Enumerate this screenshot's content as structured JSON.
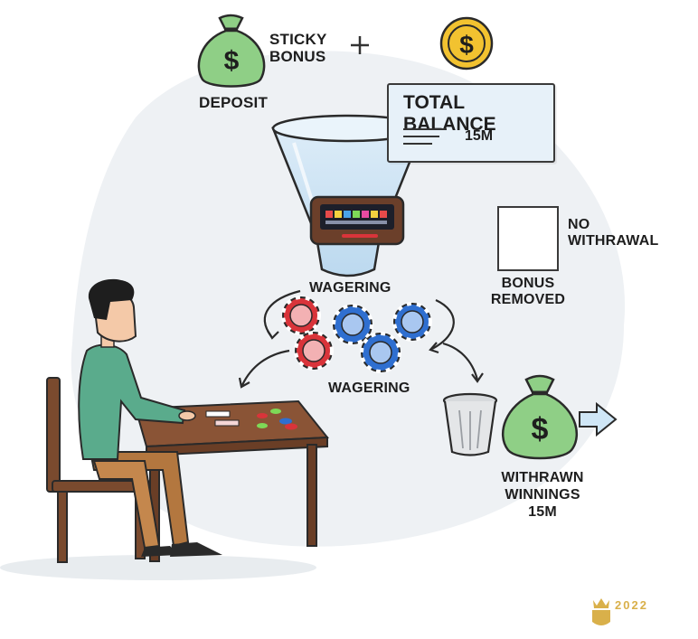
{
  "labels": {
    "deposit": "DEPOSIT",
    "sticky_bonus": [
      "STICKY",
      "BONUS"
    ],
    "plus": "+",
    "total_balance_title": "TOTAL BALANCE",
    "total_balance_value": "15M",
    "wagering_top": "WAGERING",
    "wagering_bottom": "WAGERING",
    "no_withdrawal": [
      "NO",
      "WITHRAWAL"
    ],
    "bonus_removed": [
      "BONUS",
      "REMOVED"
    ],
    "withdrawn_winnings": [
      "WITHRAWN",
      "WINNINGS",
      "15M"
    ]
  },
  "watermark": {
    "text": "2022"
  },
  "icons": {
    "deposit_bag": "money-bag-icon",
    "bonus_coin": "dollar-coin-icon",
    "funnel": "funnel-icon",
    "slot_machine": "slot-machine-icon",
    "chips": "casino-chip-icon",
    "trash": "trash-bin-icon",
    "winnings_bag": "money-bag-icon",
    "arrow_out": "arrow-right-icon",
    "cancelled_coin": "cancelled-coin-icon"
  },
  "colors": {
    "bag_green": "#8fcf86",
    "coin_gold": "#f2c230",
    "chip_red": "#d9343a",
    "chip_blue": "#2f6fd0",
    "funnel_blue": "#cfe6f6",
    "card_bg": "#e7f1f9",
    "cross_red": "#d9343a",
    "watermark_gold": "#d9b04a"
  }
}
